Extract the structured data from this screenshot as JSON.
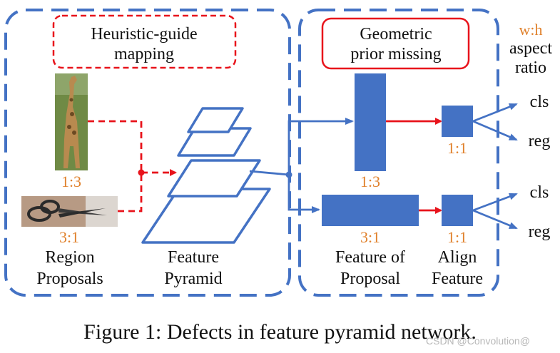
{
  "left_panel": {
    "mapping_box_label": "Heuristic-guide mapping",
    "mapping_line1": "Heuristic-guide",
    "mapping_line2": "mapping",
    "ratio_tall": "1:3",
    "ratio_wide": "3:1",
    "region_label_line1": "Region",
    "region_label_line2": "Proposals",
    "pyramid_label_line1": "Feature",
    "pyramid_label_line2": "Pyramid"
  },
  "right_panel": {
    "missing_line1": "Geometric",
    "missing_line2": "prior missing",
    "ratio_tall_feature": "1:3",
    "ratio_wide_feature": "3:1",
    "ratio_align_top": "1:1",
    "ratio_align_bottom": "1:1",
    "proposal_label_line1": "Feature of",
    "proposal_label_line2": "Proposal",
    "align_label_line1": "Align",
    "align_label_line2": "Feature"
  },
  "outputs": {
    "header_ratio": "w:h",
    "header_line1": "aspect",
    "header_line2": "ratio",
    "cls_top": "cls",
    "reg_top": "reg",
    "cls_bottom": "cls",
    "reg_bottom": "reg"
  },
  "caption": "Figure 1: Defects in feature pyramid network.",
  "watermark": "CSDN @Convolution@",
  "colors": {
    "blue": "#4472c4",
    "red": "#e8131b",
    "orange": "#e0812c",
    "dashed_red": "#e8131b"
  }
}
